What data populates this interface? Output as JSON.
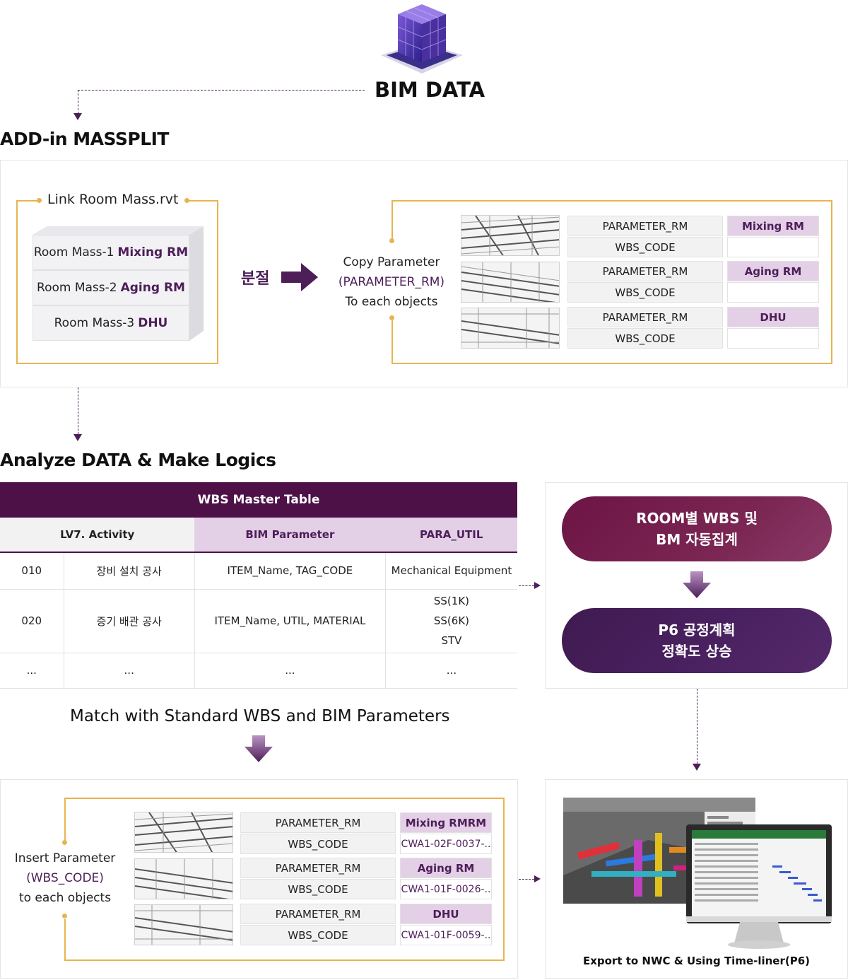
{
  "bim_data": {
    "label": "BIM DATA",
    "icon": "cube-icon"
  },
  "section1": {
    "title": "ADD-in MASSPLIT",
    "link_room_mass": "Link Room Mass.rvt",
    "masses": [
      {
        "prefix": "Room Mass-1",
        "name": "Mixing RM"
      },
      {
        "prefix": "Room Mass-2",
        "name": "Aging RM"
      },
      {
        "prefix": "Room Mass-3",
        "name": "DHU"
      }
    ],
    "split_label": "분절",
    "copy_line1": "Copy Parameter",
    "copy_line2": "(PARAMETER_RM)",
    "copy_line3": "To each objects",
    "params": [
      {
        "param": "PARAMETER_RM",
        "param_value": "Mixing RM",
        "code": "WBS_CODE",
        "code_value": ""
      },
      {
        "param": "PARAMETER_RM",
        "param_value": "Aging RM",
        "code": "WBS_CODE",
        "code_value": ""
      },
      {
        "param": "PARAMETER_RM",
        "param_value": "DHU",
        "code": "WBS_CODE",
        "code_value": ""
      }
    ]
  },
  "section2": {
    "title": "Analyze DATA & Make Logics",
    "table": {
      "title": "WBS Master Table",
      "headers": [
        "LV7. Activity",
        "BIM Parameter",
        "PARA_UTIL"
      ],
      "rows": [
        {
          "code": "010",
          "activity": "장비 설치 공사",
          "bim_param": "ITEM_Name, TAG_CODE",
          "util": [
            "Mechanical Equipment"
          ]
        },
        {
          "code": "020",
          "activity": "증기 배관 공사",
          "bim_param": "ITEM_Name, UTIL, MATERIAL",
          "util": [
            "SS(1K)",
            "SS(6K)",
            "STV"
          ]
        },
        {
          "code": "...",
          "activity": "...",
          "bim_param": "...",
          "util": [
            "..."
          ]
        }
      ]
    },
    "pill1_line1": "ROOM별 WBS 및",
    "pill1_line2": "BM 자동집계",
    "pill2_line1": "P6 공정계획",
    "pill2_line2": "정확도 상승",
    "match_label": "Match with Standard WBS and BIM Parameters"
  },
  "section3": {
    "insert_line1": "Insert Parameter",
    "insert_line2": "(WBS_CODE)",
    "insert_line3": "to each objects",
    "params": [
      {
        "param": "PARAMETER_RM",
        "param_value": "Mixing RMRM",
        "code": "WBS_CODE",
        "code_value": "CWA1-02F-0037-.."
      },
      {
        "param": "PARAMETER_RM",
        "param_value": "Aging RM",
        "code": "WBS_CODE",
        "code_value": "CWA1-01F-0026-.."
      },
      {
        "param": "PARAMETER_RM",
        "param_value": "DHU",
        "code": "WBS_CODE",
        "code_value": "CWA1-01F-0059-.."
      }
    ],
    "export_label": "Export to NWC & Using Time-liner(P6)"
  },
  "colors": {
    "accent": "#4d1e58",
    "gold": "#e8b450",
    "highlight": "#e3cfe6"
  }
}
